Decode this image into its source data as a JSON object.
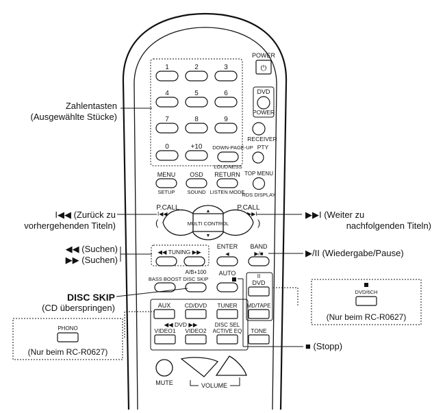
{
  "remote": {
    "power": "POWER",
    "numbers": [
      "1",
      "2",
      "3",
      "4",
      "5",
      "6",
      "7",
      "8",
      "9",
      "0",
      "+10"
    ],
    "dvd": "DVD",
    "dvd_power": "POWER",
    "receiver": "RECEIVER",
    "down_page_up": "DOWN-PAGE-UP",
    "pty": "PTY",
    "loudness": "LOUDNESS",
    "menu": "MENU",
    "setup": "SETUP",
    "osd": "OSD",
    "sound": "SOUND",
    "return": "RETURN",
    "listen_mode": "LISTEN MODE",
    "top_menu": "TOP MENU",
    "rds_display": "RDS DISPLAY",
    "pcall_left": "P.CALL",
    "pcall_right": "P.CALL",
    "multi_control": "MULTI CONTROL",
    "tuning": "TUNING",
    "enter": "ENTER",
    "band": "BAND",
    "ab100": "A/B+100",
    "bass_boost": "BASS BOOST",
    "disc_skip": "DISC SKIP",
    "auto": "AUTO",
    "dvd_input": "DVD",
    "aux": "AUX",
    "cd_dvd": "CD/DVD",
    "tuner": "TUNER",
    "md_tape": "MD/TAPE",
    "dvd_skip": "DVD",
    "video1": "VIDEO1",
    "video2": "VIDEO2",
    "disc_sel": "DISC SEL",
    "active_eq": "ACTIVE EQ",
    "tone": "TONE",
    "mute": "MUTE",
    "volume": "VOLUME"
  },
  "callouts": {
    "zahlen_1": "Zahlentasten",
    "zahlen_2": "(Ausgewählte Stücke)",
    "back_1": "I◀◀ (Zurück zu",
    "back_2": "vorhergehenden Titeln)",
    "next_1": "▶▶I (Weiter zu",
    "next_2": "nachfolgenden Titeln)",
    "search_rev": "◀◀ (Suchen)",
    "search_fwd": "▶▶ (Suchen)",
    "play_pause": "▶/II (Wiedergabe/Pause)",
    "disc_skip_1": "DISC SKIP",
    "disc_skip_2": "(CD überspringen)",
    "stop": "■ (Stopp)"
  },
  "insets": {
    "phono_button": "PHONO",
    "phono_note": "(Nur beim RC-R0627)",
    "dvd6ch_button": "DVD/6CH",
    "dvd6ch_note": "(Nur beim RC-R0627)"
  }
}
